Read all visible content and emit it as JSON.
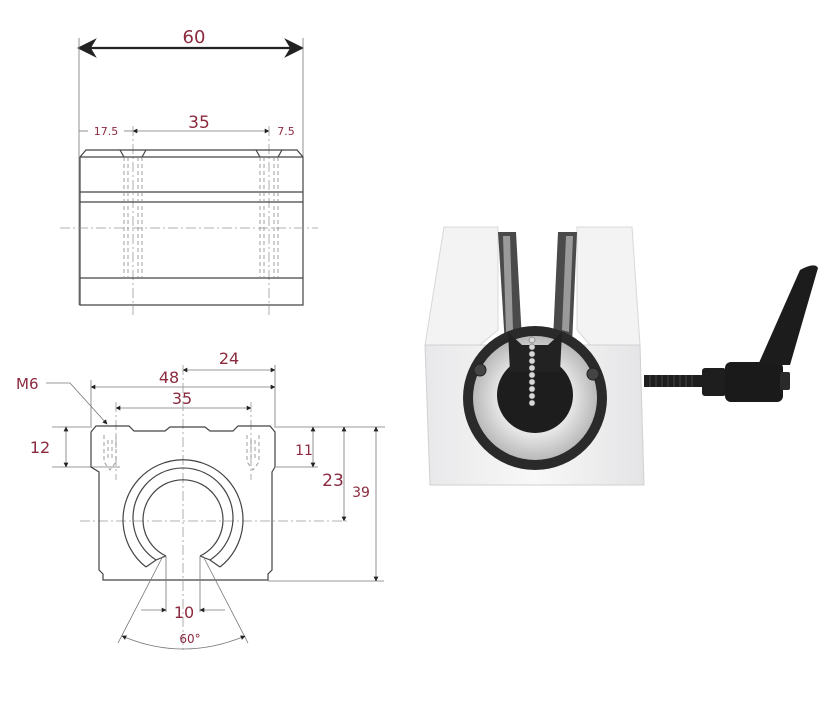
{
  "top_view": {
    "overall_length": "60",
    "hole_spacing": "35",
    "left_offset": "17.5",
    "right_offset": "7.5"
  },
  "front_view": {
    "thread_label": "M6",
    "half_width": "24",
    "overall_width": "48",
    "hole_spacing": "35",
    "flange_height": "12",
    "thread_depth": "11",
    "center_height": "23",
    "overall_height": "39",
    "slot_width": "10",
    "opening_angle": "60°"
  },
  "photo": {
    "subject": "open linear bearing block with clamping lever"
  },
  "colors": {
    "dimension_text": "#8b2a3e",
    "line": "#444444",
    "block_body": "#f2f2f2",
    "dark_part": "#1e1e1e"
  }
}
